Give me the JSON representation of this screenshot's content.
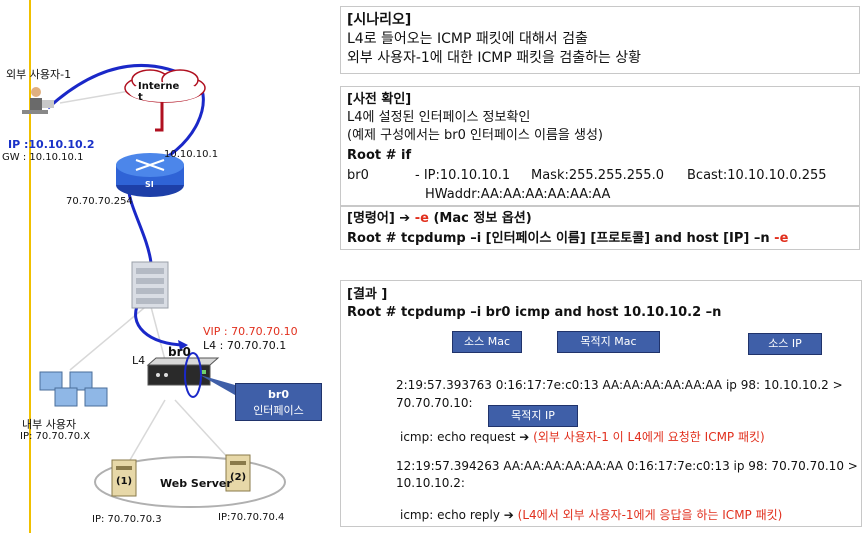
{
  "scenario": {
    "title": "[시나리오]",
    "line1": "L4로 들어오는 ICMP 패킷에 대해서 검출",
    "line2": "외부 사용자-1에 대한 ICMP 패킷을 검출하는 상황"
  },
  "precheck": {
    "title": "[사전 확인]",
    "line1": "L4에 설정된 인터페이스 정보확인",
    "line2": "(예제 구성에서는 br0 인터페이스 이름을 생성)",
    "cmd": "Root # if",
    "iface": "br0",
    "ip": "- IP:10.10.10.1",
    "mask": "Mask:255.255.255.0",
    "bcast": "Bcast:10.10.10.0.255",
    "hwaddr": "HWaddr:AA:AA:AA:AA:AA:AA"
  },
  "command": {
    "title": "[명령어]",
    "arrow": "➔",
    "option": "-e",
    "option_desc": "(Mac 정보 옵션)",
    "syntax": "Root # tcpdump –i [인터페이스 이름] [프로토콜] and host [IP] –n",
    "syntax_option": "-e"
  },
  "result": {
    "title": "[결과 ]",
    "cmd": "Root # tcpdump –i br0 icmp  and host 10.10.10.2 –n",
    "callout_src_mac": "소스 Mac",
    "callout_dst_mac": "목적지 Mac",
    "callout_src_ip": "소스 IP",
    "callout_dst_ip": "목적지 IP",
    "line1_time": "2:19:57.393763",
    "line1_smac": "0:16:17:7e:c0:13",
    "line1_dmac": "AA:AA:AA:AA:AA:AA",
    "line1_ip": "ip 98:",
    "line1_sip": "10.10.10.2 >",
    "line1_dip": "70.70.70.10:",
    "req_text": "icmp: echo request",
    "req_note": "(외부 사용자-1 이  L4에게 요청한 ICMP 패킷)",
    "line2": "12:19:57.394263 AA:AA:AA:AA:AA:AA 0:16:17:7e:c0:13 ip 98: 70.70.70.10 >",
    "line2b": "10.10.10.2:",
    "reply_text": "icmp: echo reply",
    "reply_note": "(L4에서 외부 사용자-1에게  응답을 하는 ICMP 패킷)",
    "arrow": "➔"
  },
  "diagram": {
    "ext_user_label": "외부 사용자-1",
    "ext_user_ip": "IP :10.10.10.2",
    "ext_user_gw": "GW : 10.10.10.1",
    "internet_label": "Interne t",
    "router_ip_top": "10.10.10.1",
    "router_ip_bottom": "70.70.70.254",
    "router_label": "SI",
    "vip_label": "VIP  : 70.70.70.10",
    "l4_ip_label": "L4    : 70.70.70.1",
    "br0_label": "br0",
    "l4_label": "L4",
    "br0_callout_1": "br0",
    "br0_callout_2": "인터페이스",
    "internal_user_label": "내부 사용자",
    "internal_user_ip": "IP: 70.70.70.X",
    "web_server_label": "Web Server",
    "server1_label": "(1)",
    "server2_label": "(2)",
    "server1_ip": "IP: 70.70.70.3",
    "server2_ip": "IP:70.70.70.4"
  }
}
